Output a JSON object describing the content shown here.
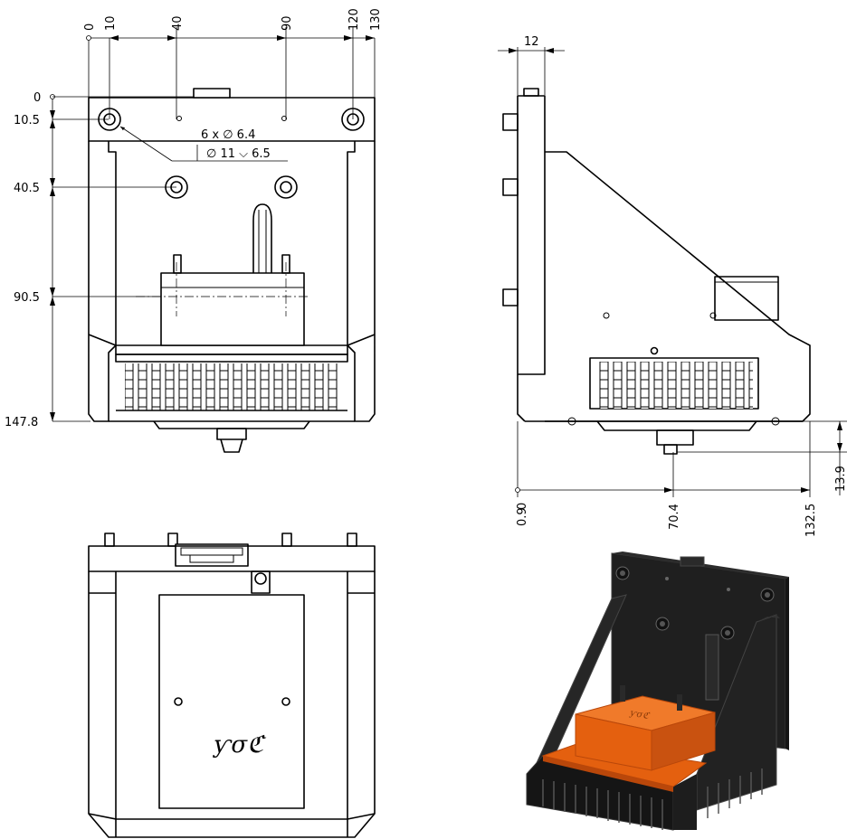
{
  "front_view": {
    "x_dims": [
      "0",
      "10",
      "40",
      "90",
      "120",
      "130"
    ],
    "y_dims": [
      "0",
      "10.5",
      "40.5",
      "90.5",
      "147.8"
    ],
    "hole_callout": {
      "line1": "6 x ∅ 6.4",
      "line2": "∅ 11 ⌵ 6.5"
    }
  },
  "side_view": {
    "top_dim": "12",
    "bottom_dims": [
      "0.9",
      "0",
      "70.4",
      "132.5"
    ],
    "right_dim": "13.9"
  },
  "bottom_view": {
    "logo_text": "ƴσℭ"
  },
  "iso_view": {
    "colors": {
      "body": "#1e1e1e",
      "edge": "#3a3a3a",
      "accent": "#e4600f",
      "accent_dark": "#b9470a",
      "accent_light": "#f07a2a"
    }
  }
}
